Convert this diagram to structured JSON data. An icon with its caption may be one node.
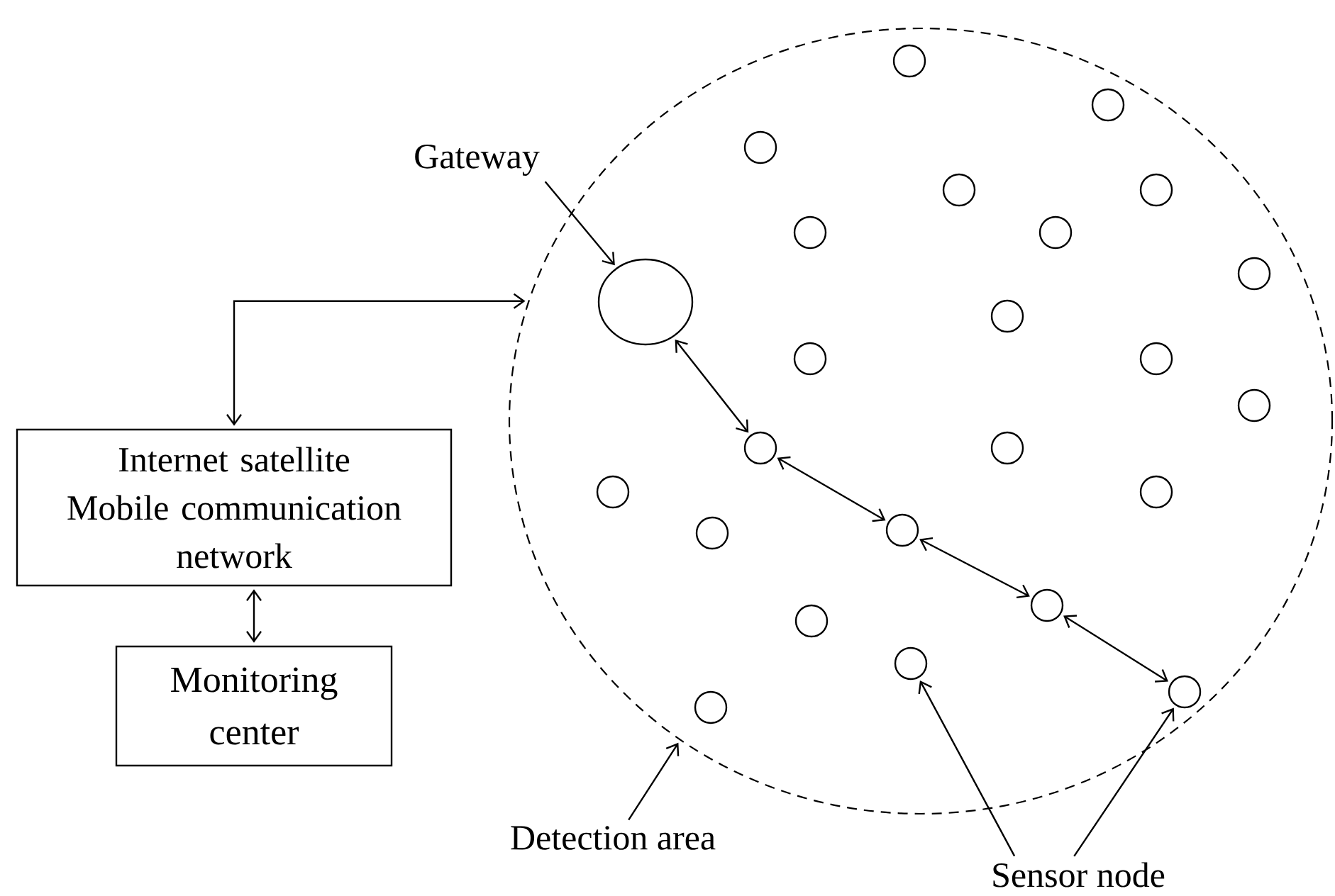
{
  "diagram": {
    "nodes": [
      {
        "text": [
          "Gateway"
        ]
      },
      {
        "text": [],
        "shape": "circle"
      },
      {
        "text": [],
        "shape": "circle",
        "in": 1
      },
      {
        "text": [],
        "shape": "circle",
        "in": 1
      },
      {
        "text": [],
        "shape": "circle",
        "in": 1
      },
      {
        "text": [],
        "shape": "circle",
        "in": 1
      },
      {
        "text": [],
        "shape": "circle",
        "in": 1
      },
      {
        "text": [],
        "shape": "circle",
        "in": 1
      },
      {
        "text": [],
        "shape": "circle",
        "in": 1
      },
      {
        "text": [],
        "shape": "circle",
        "in": 1
      },
      {
        "text": [],
        "shape": "circle",
        "in": 1
      },
      {
        "text": [],
        "shape": "circle",
        "in": 1
      },
      {
        "text": [],
        "shape": "circle",
        "in": 1
      },
      {
        "text": [],
        "shape": "circle",
        "in": 1
      },
      {
        "text": [],
        "shape": "circle",
        "in": 1
      },
      {
        "text": [],
        "shape": "circle",
        "in": 1
      },
      {
        "text": [],
        "shape": "circle",
        "in": 1
      },
      {
        "text": [],
        "shape": "circle",
        "in": 1
      },
      {
        "text": [],
        "shape": "circle",
        "in": 1
      },
      {
        "text": [],
        "shape": "circle",
        "in": 1
      },
      {
        "text": [],
        "shape": "circle",
        "in": 1
      },
      {
        "text": [],
        "shape": "circle",
        "in": 1
      },
      {
        "text": [],
        "shape": "circle",
        "in": 1
      },
      {
        "text": [],
        "shape": "circle",
        "in": 1
      },
      {
        "text": [],
        "shape": "circle",
        "in": 1
      },
      {
        "text": [],
        "shape": "circle",
        "in": 1
      },
      {
        "text": [
          "Internet satellite",
          "Mobile communication network"
        ]
      },
      {
        "text": [
          "Monitoring center"
        ]
      },
      {
        "text": [
          "Detection area"
        ]
      },
      {
        "text": [
          "Sensor node"
        ]
      }
    ],
    "edges": [
      {
        "from": 0,
        "to": 2,
        "arrow": "to"
      },
      {
        "from": 26,
        "to": 1,
        "arrow": "both"
      },
      {
        "from": 26,
        "to": 27,
        "arrow": "both"
      },
      {
        "from": 2,
        "to": 15,
        "arrow": "both"
      },
      {
        "from": 15,
        "to": 19,
        "arrow": "both"
      },
      {
        "from": 19,
        "to": 21,
        "arrow": "both"
      },
      {
        "from": 21,
        "to": 24,
        "arrow": "both"
      },
      {
        "from": 28,
        "to": 1,
        "arrow": "to"
      },
      {
        "from": 29,
        "to": 23,
        "arrow": "to"
      },
      {
        "from": 29,
        "to": 24,
        "arrow": "to"
      }
    ]
  }
}
